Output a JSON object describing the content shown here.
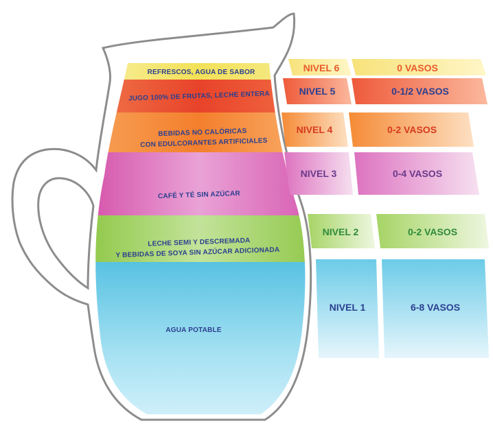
{
  "palette": {
    "yellow": "#f4e66a",
    "red": "#ea4a2a",
    "orange": "#f58b36",
    "pink": "#d65cb0",
    "green": "#96ca4e",
    "blue": "#5cc6e4",
    "label_text": "#2b3f8f"
  },
  "layers": [
    {
      "level": "NIVEL 6",
      "category": "REFRESCOS, AGUA DE SABOR",
      "category_line2": "",
      "amount": "0 VASOS",
      "color": "#f4e66a",
      "text_color": "#e85a2a"
    },
    {
      "level": "NIVEL 5",
      "category": "JUGO 100% DE FRUTAS, LECHE ENTERA",
      "category_line2": "",
      "amount": "0-1/2 VASOS",
      "color": "#ea4a2a",
      "text_color": "#2b3f8f"
    },
    {
      "level": "NIVEL 4",
      "category": "BEBIDAS NO CALÓRICAS",
      "category_line2": "CON EDULCORANTES ARTIFICIALES",
      "amount": "0-2 VASOS",
      "color": "#f58b36",
      "text_color": "#d63a1e"
    },
    {
      "level": "NIVEL 3",
      "category": "CAFÉ Y TÉ SIN AZÚCAR",
      "category_line2": "",
      "amount": "0-4 VASOS",
      "color": "#d65cb0",
      "text_color": "#6a3a8a"
    },
    {
      "level": "NIVEL 2",
      "category": "LECHE SEMI Y DESCREMADA",
      "category_line2": "Y BEBIDAS DE SOYA SIN AZÚCAR ADICIONADA",
      "amount": "0-2 VASOS",
      "color": "#96ca4e",
      "text_color": "#2e8a3a"
    },
    {
      "level": "NIVEL 1",
      "category": "AGUA POTABLE",
      "category_line2": "",
      "amount": "6-8 VASOS",
      "color": "#5cc6e4",
      "text_color": "#2b3f8f"
    }
  ]
}
